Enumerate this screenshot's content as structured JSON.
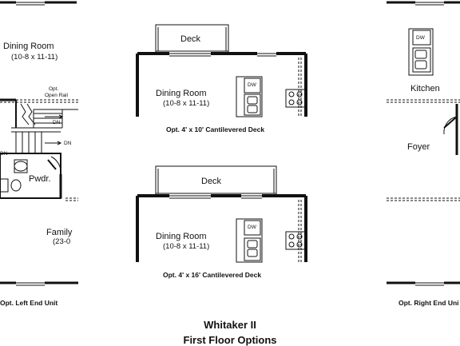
{
  "plan_title": [
    "Whitaker II",
    "First Floor Options"
  ],
  "left_unit": {
    "room_top": "Dining Room",
    "room_top_dims": "(10-8 x 11-11)",
    "rail_note": [
      "Opt.",
      "Open Rail"
    ],
    "stair_dn": [
      "DN",
      "DN",
      "DN"
    ],
    "powder": "Pwdr.",
    "family": "Family",
    "family_dims": "(23-0",
    "caption": "Opt. Left End Unit"
  },
  "deck_10": {
    "deck": "Deck",
    "room": "Dining Room",
    "room_dims": "(10-8 x 11-11)",
    "dw": "DW",
    "caption": "Opt. 4' x 10' Cantilevered Deck"
  },
  "deck_16": {
    "deck": "Deck",
    "room": "Dining Room",
    "room_dims": "(10-8 x 11-11)",
    "dw": "DW",
    "caption": "Opt. 4' x 16' Cantilevered Deck"
  },
  "right_unit": {
    "dw": "DW",
    "kitchen": "Kitchen",
    "foyer": "Foyer",
    "caption": "Opt. Right End Uni"
  }
}
